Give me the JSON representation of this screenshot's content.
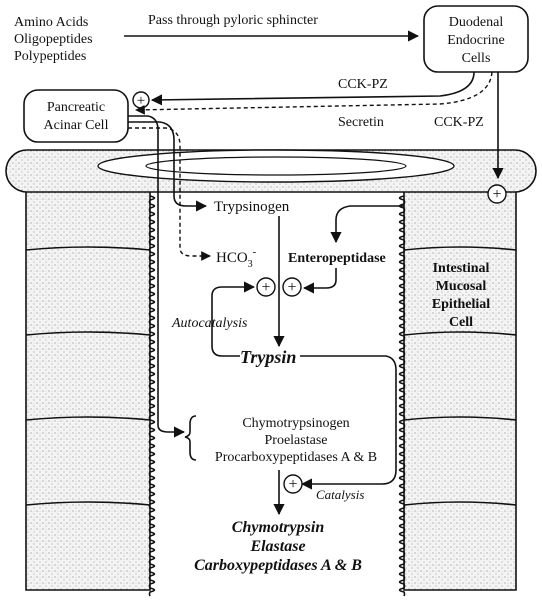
{
  "inputs": [
    "Amino Acids",
    "Oligopeptides",
    "Polypeptides"
  ],
  "pass_label": "Pass through pyloric sphincter",
  "duodenal_cells": [
    "Duodenal",
    "Endocrine",
    "Cells"
  ],
  "pancreatic_cell": [
    "Pancreatic",
    "Acinar Cell"
  ],
  "cck_pz_1": "CCK-PZ",
  "secretin": "Secretin",
  "cck_pz_2": "CCK-PZ",
  "trypsinogen": "Trypsinogen",
  "hco3": "HCO",
  "hco3_sub": "3",
  "hco3_sup": "-",
  "enteropeptidase": "Enteropeptidase",
  "intestinal_cell": [
    "Intestinal",
    "Mucosal",
    "Epithelial",
    "Cell"
  ],
  "autocatalysis": "Autocatalysis",
  "trypsin": "Trypsin",
  "zymogens": [
    "Chymotrypsinogen",
    "Proelastase",
    "Procarboxypeptidases A & B"
  ],
  "catalysis": "Catalysis",
  "products": [
    "Chymotrypsin",
    "Elastase",
    "Carboxypeptidases A & B"
  ],
  "plus_sign": "+"
}
